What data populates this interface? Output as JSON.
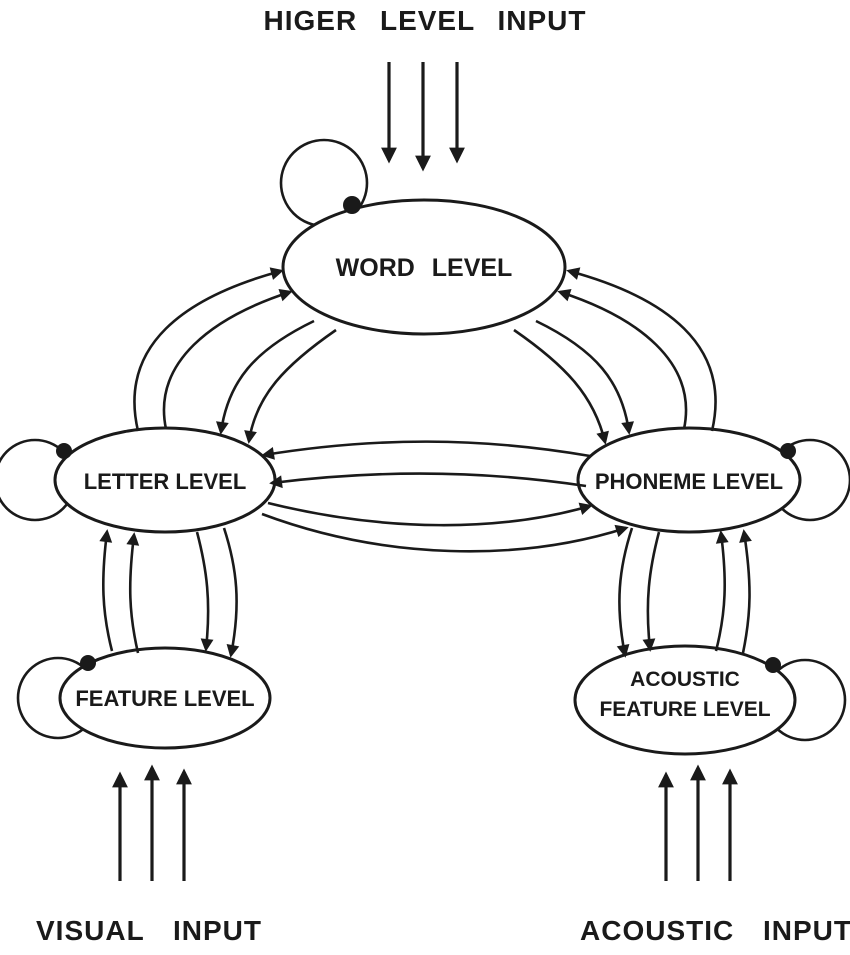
{
  "labels": {
    "higher_input": "HIGER LEVEL INPUT",
    "visual_input": "VISUAL INPUT",
    "acoustic_input": "ACOUSTIC INPUT"
  },
  "nodes": {
    "word": {
      "label": "WORD LEVEL"
    },
    "letter": {
      "label": "LETTER LEVEL"
    },
    "phoneme": {
      "label": "PHONEME LEVEL"
    },
    "feature": {
      "label": "FEATURE LEVEL"
    },
    "acoustic_feature": {
      "line1": "ACOUSTIC",
      "line2": "FEATURE LEVEL"
    }
  },
  "colors": {
    "ink": "#1a1a1a",
    "background": "#ffffff"
  }
}
